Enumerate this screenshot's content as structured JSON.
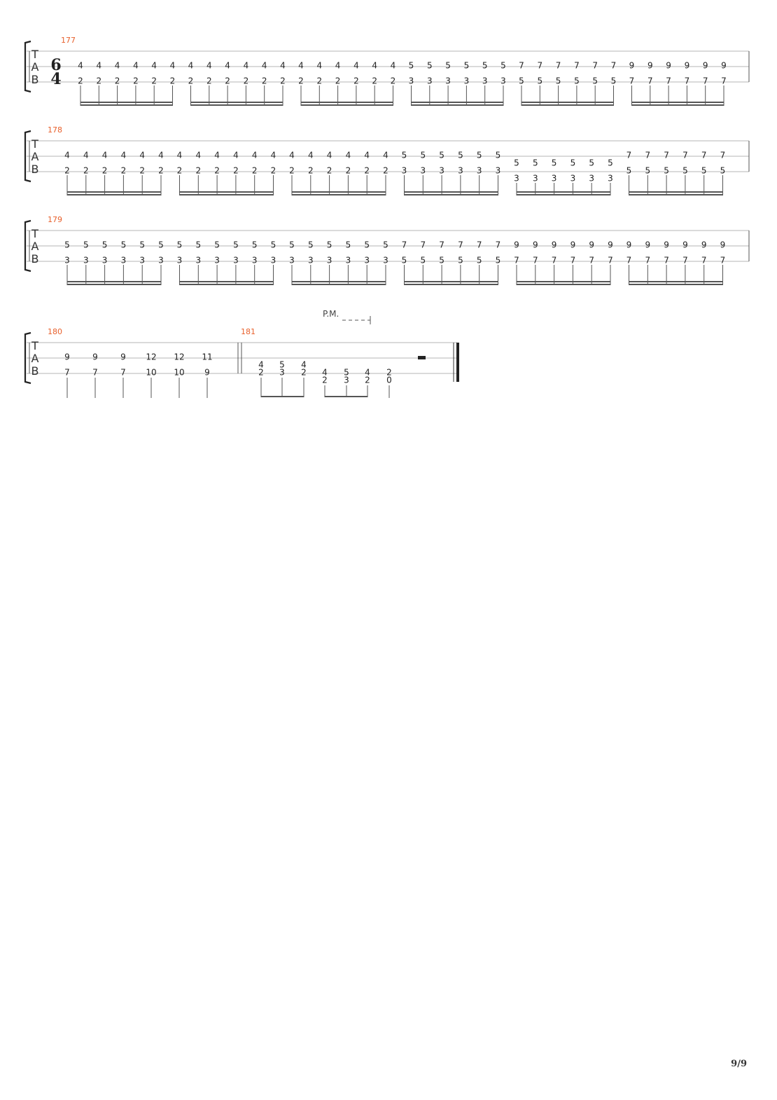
{
  "score": {
    "accent_color": "#e8602c",
    "tab_letters": [
      "T",
      "A",
      "B"
    ],
    "time_signature": {
      "top": "6",
      "bottom": "4"
    },
    "palm_mute_label": "P.M.",
    "page_number": "9/9",
    "measures": [
      {
        "number": "177",
        "groups": [
          {
            "top": [
              "4",
              "4",
              "4",
              "4",
              "4",
              "4"
            ],
            "bottom": [
              "2",
              "2",
              "2",
              "2",
              "2",
              "2"
            ]
          },
          {
            "top": [
              "4",
              "4",
              "4",
              "4",
              "4",
              "4"
            ],
            "bottom": [
              "2",
              "2",
              "2",
              "2",
              "2",
              "2"
            ]
          },
          {
            "top": [
              "4",
              "4",
              "4",
              "4",
              "4",
              "4"
            ],
            "bottom": [
              "2",
              "2",
              "2",
              "2",
              "2",
              "2"
            ]
          },
          {
            "top": [
              "5",
              "5",
              "5",
              "5",
              "5",
              "5"
            ],
            "bottom": [
              "3",
              "3",
              "3",
              "3",
              "3",
              "3"
            ]
          },
          {
            "top": [
              "7",
              "7",
              "7",
              "7",
              "7",
              "7"
            ],
            "bottom": [
              "5",
              "5",
              "5",
              "5",
              "5",
              "5"
            ]
          },
          {
            "top": [
              "9",
              "9",
              "9",
              "9",
              "9",
              "9"
            ],
            "bottom": [
              "7",
              "7",
              "7",
              "7",
              "7",
              "7"
            ]
          }
        ]
      },
      {
        "number": "178",
        "groups": [
          {
            "top": [
              "4",
              "4",
              "4",
              "4",
              "4",
              "4"
            ],
            "bottom": [
              "2",
              "2",
              "2",
              "2",
              "2",
              "2"
            ]
          },
          {
            "top": [
              "4",
              "4",
              "4",
              "4",
              "4",
              "4"
            ],
            "bottom": [
              "2",
              "2",
              "2",
              "2",
              "2",
              "2"
            ]
          },
          {
            "top": [
              "4",
              "4",
              "4",
              "4",
              "4",
              "4"
            ],
            "bottom": [
              "2",
              "2",
              "2",
              "2",
              "2",
              "2"
            ]
          },
          {
            "top": [
              "5",
              "5",
              "5",
              "5",
              "5",
              "5"
            ],
            "bottom": [
              "3",
              "3",
              "3",
              "3",
              "3",
              "3"
            ]
          },
          {
            "top": [
              "5",
              "5",
              "5",
              "5",
              "5",
              "5"
            ],
            "bottom": [
              "3",
              "3",
              "3",
              "3",
              "3",
              "3"
            ]
          },
          {
            "top": [
              "7",
              "7",
              "7",
              "7",
              "7",
              "7"
            ],
            "bottom": [
              "5",
              "5",
              "5",
              "5",
              "5",
              "5"
            ]
          }
        ]
      },
      {
        "number": "179",
        "groups": [
          {
            "top": [
              "5",
              "5",
              "5",
              "5",
              "5",
              "5"
            ],
            "bottom": [
              "3",
              "3",
              "3",
              "3",
              "3",
              "3"
            ]
          },
          {
            "top": [
              "5",
              "5",
              "5",
              "5",
              "5",
              "5"
            ],
            "bottom": [
              "3",
              "3",
              "3",
              "3",
              "3",
              "3"
            ]
          },
          {
            "top": [
              "5",
              "5",
              "5",
              "5",
              "5",
              "5"
            ],
            "bottom": [
              "3",
              "3",
              "3",
              "3",
              "3",
              "3"
            ]
          },
          {
            "top": [
              "7",
              "7",
              "7",
              "7",
              "7",
              "7"
            ],
            "bottom": [
              "5",
              "5",
              "5",
              "5",
              "5",
              "5"
            ]
          },
          {
            "top": [
              "9",
              "9",
              "9",
              "9",
              "9",
              "9"
            ],
            "bottom": [
              "7",
              "7",
              "7",
              "7",
              "7",
              "7"
            ]
          },
          {
            "top": [
              "9",
              "9",
              "9",
              "9",
              "9",
              "9"
            ],
            "bottom": [
              "7",
              "7",
              "7",
              "7",
              "7",
              "7"
            ]
          }
        ]
      },
      {
        "number": "180",
        "notes": [
          {
            "top": "9",
            "bottom": "7"
          },
          {
            "top": "9",
            "bottom": "7"
          },
          {
            "top": "9",
            "bottom": "7"
          },
          {
            "top": "12",
            "bottom": "10"
          },
          {
            "top": "12",
            "bottom": "10"
          },
          {
            "top": "11",
            "bottom": "9"
          }
        ]
      },
      {
        "number": "181",
        "chords_a": [
          {
            "top": "4",
            "bottom": "2"
          },
          {
            "top": "5",
            "bottom": "3"
          },
          {
            "top": "4",
            "bottom": "2"
          }
        ],
        "chords_b": [
          {
            "top": "4",
            "bottom": "2"
          },
          {
            "top": "5",
            "bottom": "3"
          },
          {
            "top": "4",
            "bottom": "2"
          },
          {
            "top": "2",
            "bottom": "0"
          }
        ]
      }
    ]
  }
}
